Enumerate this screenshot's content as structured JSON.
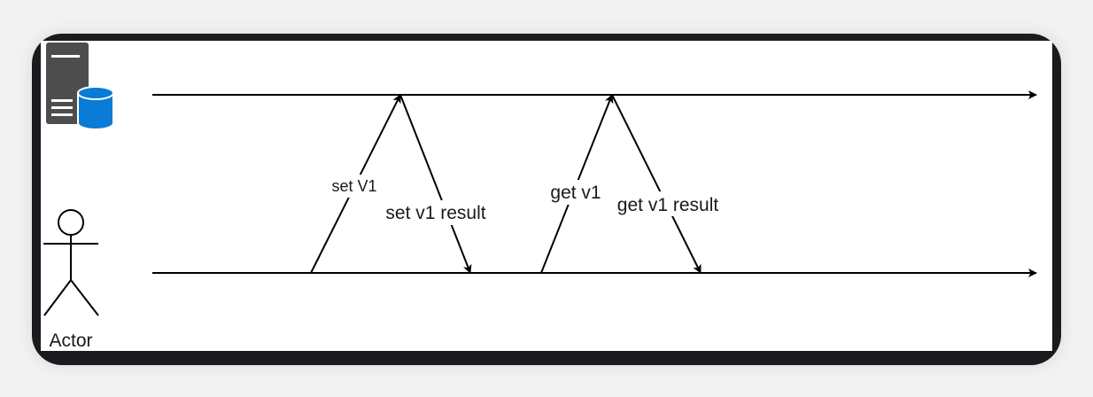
{
  "diagram": {
    "actor_label": "Actor",
    "messages": {
      "set_request": "set V1",
      "set_response": "set v1 result",
      "get_request": "get v1",
      "get_response": "get v1 result"
    },
    "icons": {
      "server": "server-database-icon",
      "actor": "actor-stick-figure-icon"
    },
    "colors": {
      "frame": "#1b1b1f",
      "canvas": "#ffffff",
      "line": "#000000",
      "server_body": "#4d4d4d",
      "database": "#0a7bd6"
    }
  }
}
